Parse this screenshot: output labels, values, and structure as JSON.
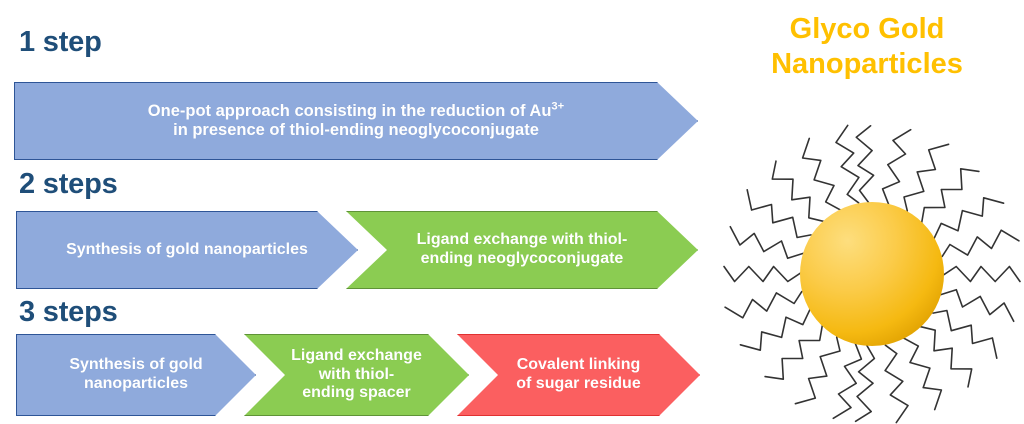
{
  "figure": {
    "title": "Glyco Gold Nanoparticles",
    "title_color": "#FFC000",
    "background": "#FFFFFF"
  },
  "palette": {
    "blue_fill": "#8FAADC",
    "blue_border": "#2E5597",
    "green_fill": "#8BCC52",
    "green_border": "#5F9337",
    "red_fill": "#FB5F60",
    "red_border": "#E03131",
    "step_label_color": "#1F4E79",
    "chevron_text_color": "#FFFFFF",
    "nanoparticle_gold_light": "#FBD45F",
    "nanoparticle_gold_dark": "#E8A800",
    "ligand_stroke": "#333333"
  },
  "rows": [
    {
      "step_label": "1 step",
      "segments": [
        {
          "color": "blue",
          "text_html": "One-pot approach consisting in the reduction of Au<sup>3+</sup><br>in presence of thiol-ending neoglycoconjugate",
          "text_plain": "One-pot approach consisting in the reduction of Au3+ in presence of thiol-ending neoglycoconjugate"
        }
      ]
    },
    {
      "step_label": "2 steps",
      "segments": [
        {
          "color": "blue",
          "text_html": "Synthesis of gold nanoparticles",
          "text_plain": "Synthesis of gold nanoparticles"
        },
        {
          "color": "green",
          "text_html": "Ligand exchange with thiol-<br>ending neoglycoconjugate",
          "text_plain": "Ligand exchange with thiol-ending neoglycoconjugate"
        }
      ]
    },
    {
      "step_label": "3 steps",
      "segments": [
        {
          "color": "blue",
          "text_html": "Synthesis of gold<br>nanoparticles",
          "text_plain": "Synthesis of gold nanoparticles"
        },
        {
          "color": "green",
          "text_html": "Ligand exchange<br>with thiol-<br>ending spacer",
          "text_plain": "Ligand exchange with thiol-ending spacer"
        },
        {
          "color": "red",
          "text_html": "Covalent linking<br>of sugar residue",
          "text_plain": "Covalent linking of sugar residue"
        }
      ]
    }
  ],
  "nanoparticle": {
    "icon": "gold-nanoparticle-icon",
    "core_shape": "sphere",
    "ligand_count": 24,
    "ligand_style": "zigzag-chain"
  }
}
